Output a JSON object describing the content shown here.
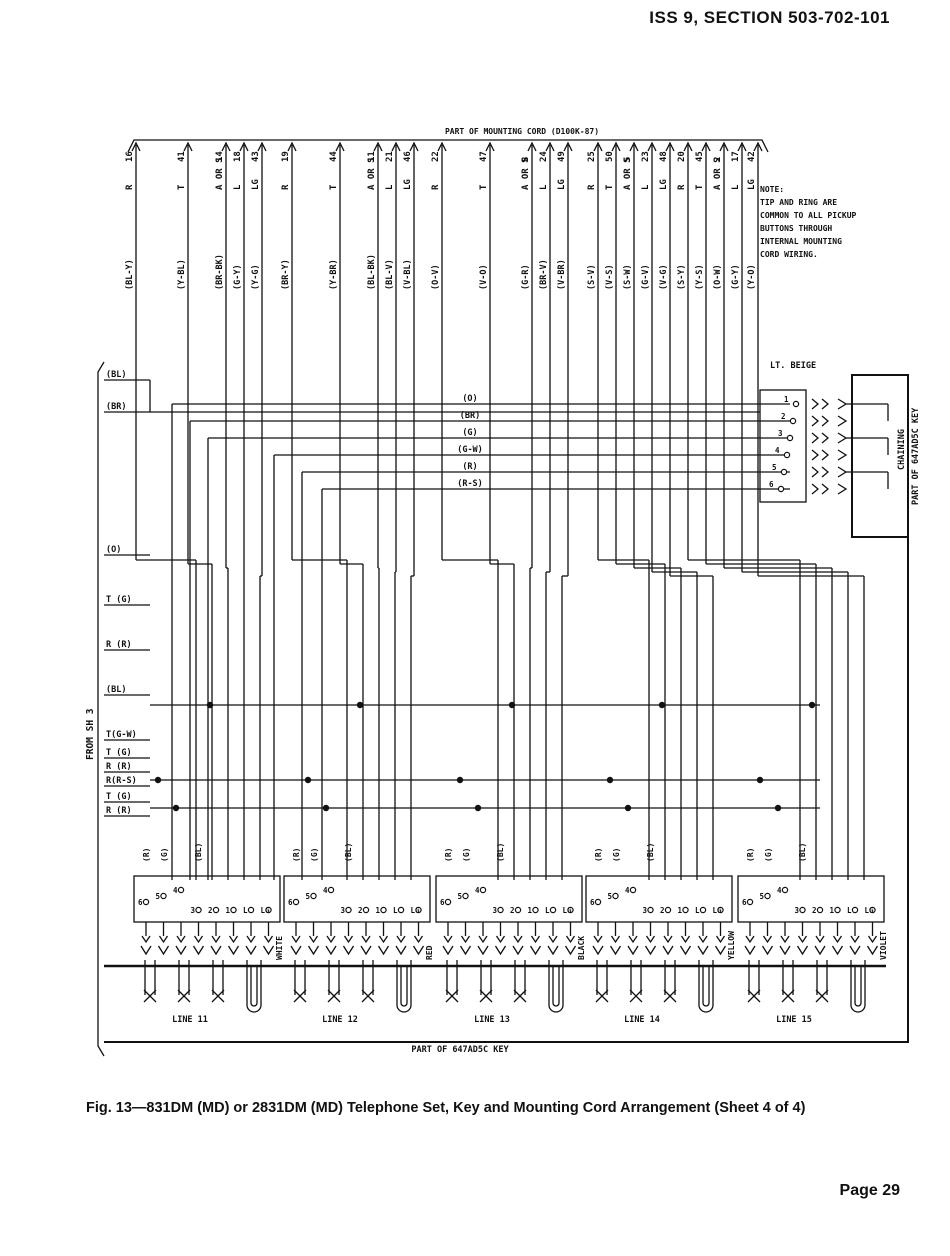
{
  "header": "ISS 9, SECTION 503-702-101",
  "cord_title": "PART OF MOUNTING CORD (D100K-87)",
  "note": [
    "NOTE:",
    "TIP AND RING ARE",
    "COMMON TO ALL PICKUP",
    "BUTTONS THROUGH",
    "INTERNAL MOUNTING",
    "CORD WIRING."
  ],
  "cord_leads": [
    {
      "colors": "(BL-Y)",
      "lead": "R",
      "pin": "16"
    },
    {
      "colors": "(Y-BL)",
      "lead": "T",
      "pin": "41"
    },
    {
      "colors": "(BR-BK)",
      "lead": "A OR S",
      "pin": "14"
    },
    {
      "colors": "(G-Y)",
      "lead": "L",
      "pin": "18"
    },
    {
      "colors": "(Y-G)",
      "lead": "LG",
      "pin": "43"
    },
    {
      "colors": "(BR-Y)",
      "lead": "R",
      "pin": "19"
    },
    {
      "colors": "(Y-BR)",
      "lead": "T",
      "pin": "44"
    },
    {
      "colors": "(BL-BK)",
      "lead": "A OR S",
      "pin": "11"
    },
    {
      "colors": "(BL-V)",
      "lead": "L",
      "pin": "21"
    },
    {
      "colors": "(V-BL)",
      "lead": "LG",
      "pin": "46"
    },
    {
      "colors": "(O-V)",
      "lead": "R",
      "pin": "22"
    },
    {
      "colors": "(V-O)",
      "lead": "T",
      "pin": "47"
    },
    {
      "colors": "(G-R)",
      "lead": "A OR S",
      "pin": "8"
    },
    {
      "colors": "(BR-V)",
      "lead": "L",
      "pin": "24"
    },
    {
      "colors": "(V-BR)",
      "lead": "LG",
      "pin": "49"
    },
    {
      "colors": "(S-V)",
      "lead": "R",
      "pin": "25"
    },
    {
      "colors": "(V-S)",
      "lead": "T",
      "pin": "50"
    },
    {
      "colors": "(S-W)",
      "lead": "A OR S",
      "pin": "5"
    },
    {
      "colors": "(G-V)",
      "lead": "L",
      "pin": "23"
    },
    {
      "colors": "(V-G)",
      "lead": "LG",
      "pin": "48"
    },
    {
      "colors": "(S-Y)",
      "lead": "R",
      "pin": "20"
    },
    {
      "colors": "(Y-S)",
      "lead": "T",
      "pin": "45"
    },
    {
      "colors": "(O-W)",
      "lead": "A OR S",
      "pin": "2"
    },
    {
      "colors": "(G-Y)",
      "lead": "L",
      "pin": "17"
    },
    {
      "colors": "(Y-O)",
      "lead": "LG",
      "pin": "42"
    }
  ],
  "from_label": "FROM SH 3",
  "left_leads": [
    "(BL)",
    "(BR)",
    "(O)",
    "T (G)",
    "R (R)",
    "(BL)",
    "T(G-W)",
    "T (G)",
    "R (R)",
    "R(R-S)",
    "T (G)",
    "R (R)"
  ],
  "mid_labels": [
    "(O)",
    "(BR)",
    "(G)",
    "(G-W)",
    "(R)",
    "(R-S)"
  ],
  "beige_label": "LT. BEIGE",
  "beige_terms": [
    "1",
    "2",
    "3",
    "4",
    "5",
    "6"
  ],
  "chaining": "CHAINING",
  "key_right_label": "PART OF 647AD5C KEY",
  "button_lead_labels": [
    "(R)",
    "(G)",
    "(BL)"
  ],
  "button_terms": [
    "6",
    "5",
    "4",
    "3",
    "2",
    "1",
    "L",
    "LG"
  ],
  "lamp_colors": [
    "WHITE",
    "RED",
    "BLACK",
    "YELLOW",
    "VIOLET"
  ],
  "lines": [
    "LINE 11",
    "LINE 12",
    "LINE 13",
    "LINE 14",
    "LINE 15"
  ],
  "key_bottom_label": "PART OF 647AD5C KEY",
  "caption": "Fig. 13—831DM (MD) or 2831DM (MD) Telephone Set, Key and Mounting Cord Arrangement (Sheet 4 of 4)",
  "page": "Page 29"
}
